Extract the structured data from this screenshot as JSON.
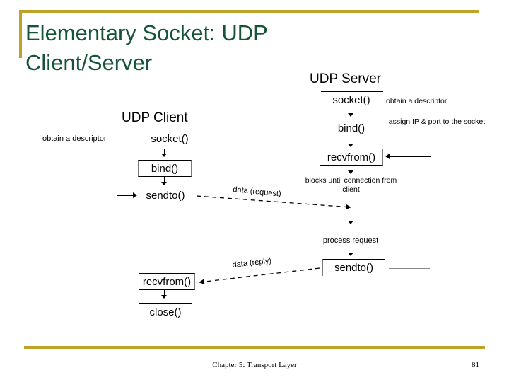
{
  "slide": {
    "title": "Elementary Socket: UDP Client/Server",
    "accent_color": "#bfa22a",
    "title_color": "#16543a",
    "footer": {
      "center": "Chapter 5: Transport Layer",
      "page": "81"
    }
  },
  "diagram": {
    "client": {
      "heading": "UDP Client",
      "steps": [
        {
          "label": "socket()",
          "note": "obtain a descriptor"
        },
        {
          "label": "bind()",
          "note": ""
        },
        {
          "label": "sendto()",
          "note": ""
        },
        {
          "label": "recvfrom()",
          "note": ""
        },
        {
          "label": "close()",
          "note": ""
        }
      ]
    },
    "server": {
      "heading": "UDP Server",
      "steps": [
        {
          "label": "socket()",
          "note": "obtain a descriptor"
        },
        {
          "label": "bind()",
          "note": "assign IP & port to the socket"
        },
        {
          "label": "recvfrom()",
          "note": "blocks until connection from client"
        },
        {
          "label": "process request",
          "note": ""
        },
        {
          "label": "sendto()",
          "note": ""
        }
      ]
    },
    "messages": [
      {
        "name": "request",
        "label": "data (request)",
        "direction": "client-to-server"
      },
      {
        "name": "reply",
        "label": "data (reply)",
        "direction": "server-to-client"
      }
    ]
  }
}
